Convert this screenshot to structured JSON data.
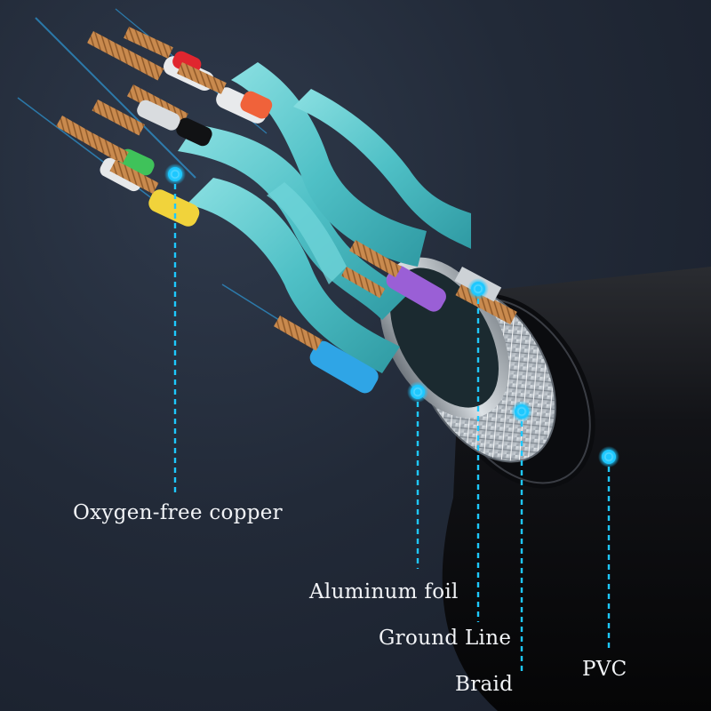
{
  "labels": {
    "copper": "Oxygen-free copper",
    "foil": "Aluminum foil",
    "ground": "Ground Line",
    "braid": "Braid",
    "pvc": "PVC"
  },
  "colors": {
    "background": "#222a38",
    "pair_insulation": "#5cc9cf",
    "callout_accent": "#1ec8ff",
    "jacket": "#0c0d10",
    "copper": "#c98a4e"
  }
}
